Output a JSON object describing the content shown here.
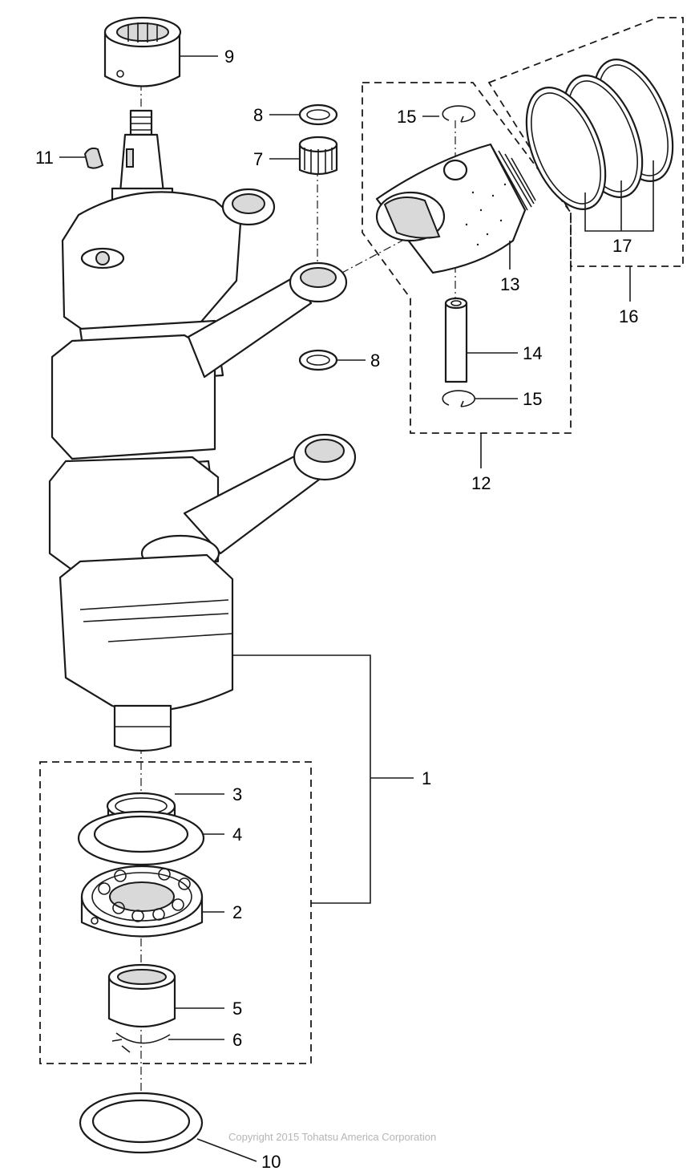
{
  "callouts": {
    "p1": "1",
    "p2": "2",
    "p3": "3",
    "p4": "4",
    "p5": "5",
    "p6": "6",
    "p7": "7",
    "p8a": "8",
    "p8b": "8",
    "p9": "9",
    "p10": "10",
    "p11": "11",
    "p12": "12",
    "p13": "13",
    "p14": "14",
    "p15a": "15",
    "p15b": "15",
    "p16": "16",
    "p17": "17"
  },
  "copyright": "Copyright 2015 Tohatsu America Corporation"
}
